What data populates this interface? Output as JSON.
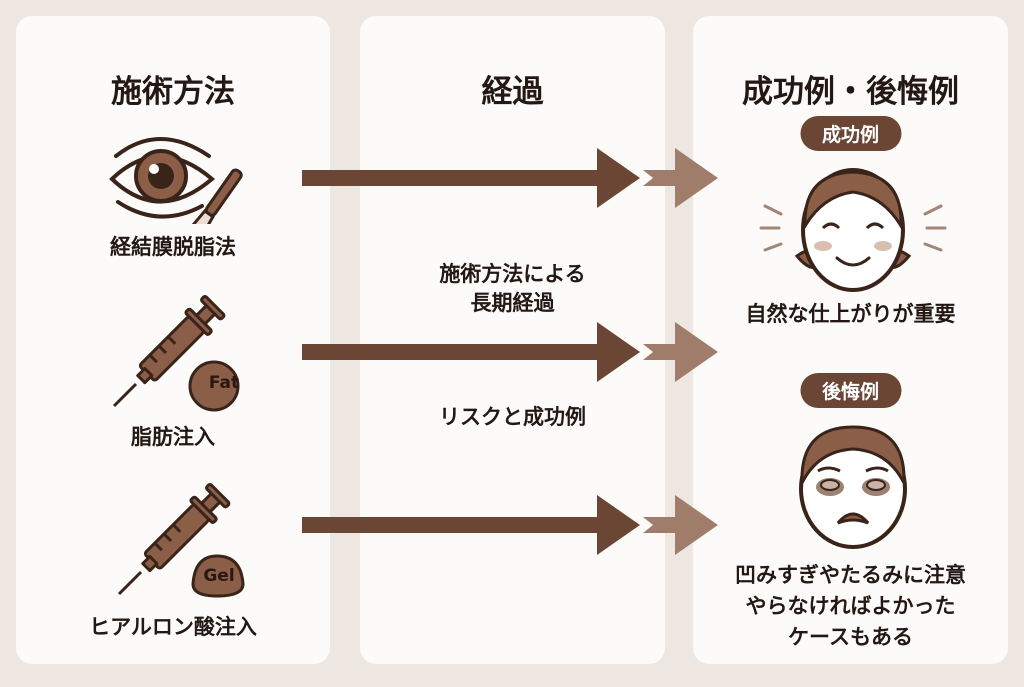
{
  "columns": {
    "methods": {
      "title": "施術方法"
    },
    "progress": {
      "title": "経過"
    },
    "outcomes": {
      "title": "成功例・後悔例"
    }
  },
  "methods": [
    {
      "label": "経結膜脱脂法",
      "icon": "eye-scalpel-icon"
    },
    {
      "label": "脂肪注入",
      "icon": "syringe-fat-icon",
      "badge": "Fat"
    },
    {
      "label": "ヒアルロン酸注入",
      "icon": "syringe-gel-icon",
      "badge": "Gel"
    }
  ],
  "progress": {
    "line1": "施術方法による",
    "line2": "長期経過",
    "line3": "リスクと成功例"
  },
  "outcomes": {
    "success": {
      "badge": "成功例",
      "caption": "自然な仕上がりが重要",
      "icon": "smiling-face-icon"
    },
    "regret": {
      "badge": "後悔例",
      "caption_lines": [
        "凹みすぎやたるみに注意",
        "やらなければよかった",
        "ケースもある"
      ],
      "icon": "sad-face-icon"
    }
  },
  "colors": {
    "background": "#ede6e1",
    "panel": "#fcfbfa",
    "accent_dark": "#6b4634",
    "accent_light": "#a07d6a",
    "text": "#241814"
  }
}
